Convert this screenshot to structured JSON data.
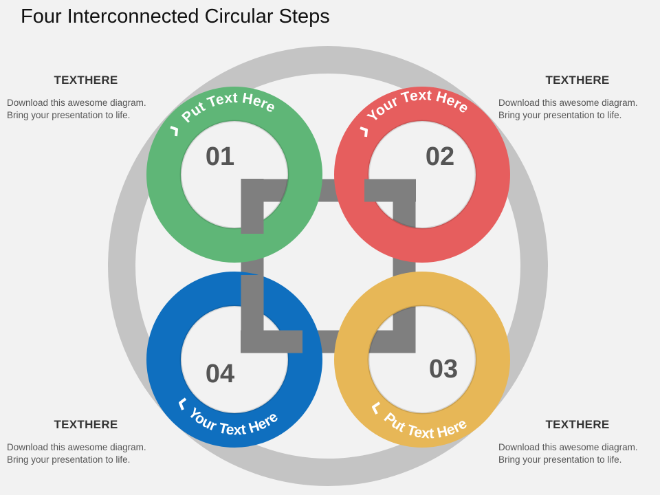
{
  "title": "Four Interconnected Circular Steps",
  "colors": {
    "step1": "#5fb677",
    "step2": "#e65e5e",
    "step3": "#e7b757",
    "step4": "#0f6fbf",
    "connector": "#7f7f7f",
    "outer_ring": "#c4c4c4"
  },
  "info_blocks": [
    {
      "heading": "TEXTHERE",
      "line1": "Download this awesome diagram.",
      "line2": "Bring your presentation to life."
    },
    {
      "heading": "TEXTHERE",
      "line1": "Download this awesome diagram.",
      "line2": "Bring your presentation to life."
    },
    {
      "heading": "TEXTHERE",
      "line1": "Download this awesome diagram.",
      "line2": "Bring your presentation to life."
    },
    {
      "heading": "TEXTHERE",
      "line1": "Download this awesome diagram.",
      "line2": "Bring your presentation to life."
    }
  ],
  "steps": [
    {
      "number": "01",
      "label": "Put Text Here",
      "icon": "chevron-arrow-icon"
    },
    {
      "number": "02",
      "label": "Your Text Here",
      "icon": "chevron-arrow-icon"
    },
    {
      "number": "03",
      "label": "Put Text Here",
      "icon": "chevron-arrow-icon"
    },
    {
      "number": "04",
      "label": "Your Text Here",
      "icon": "chevron-arrow-icon"
    }
  ]
}
